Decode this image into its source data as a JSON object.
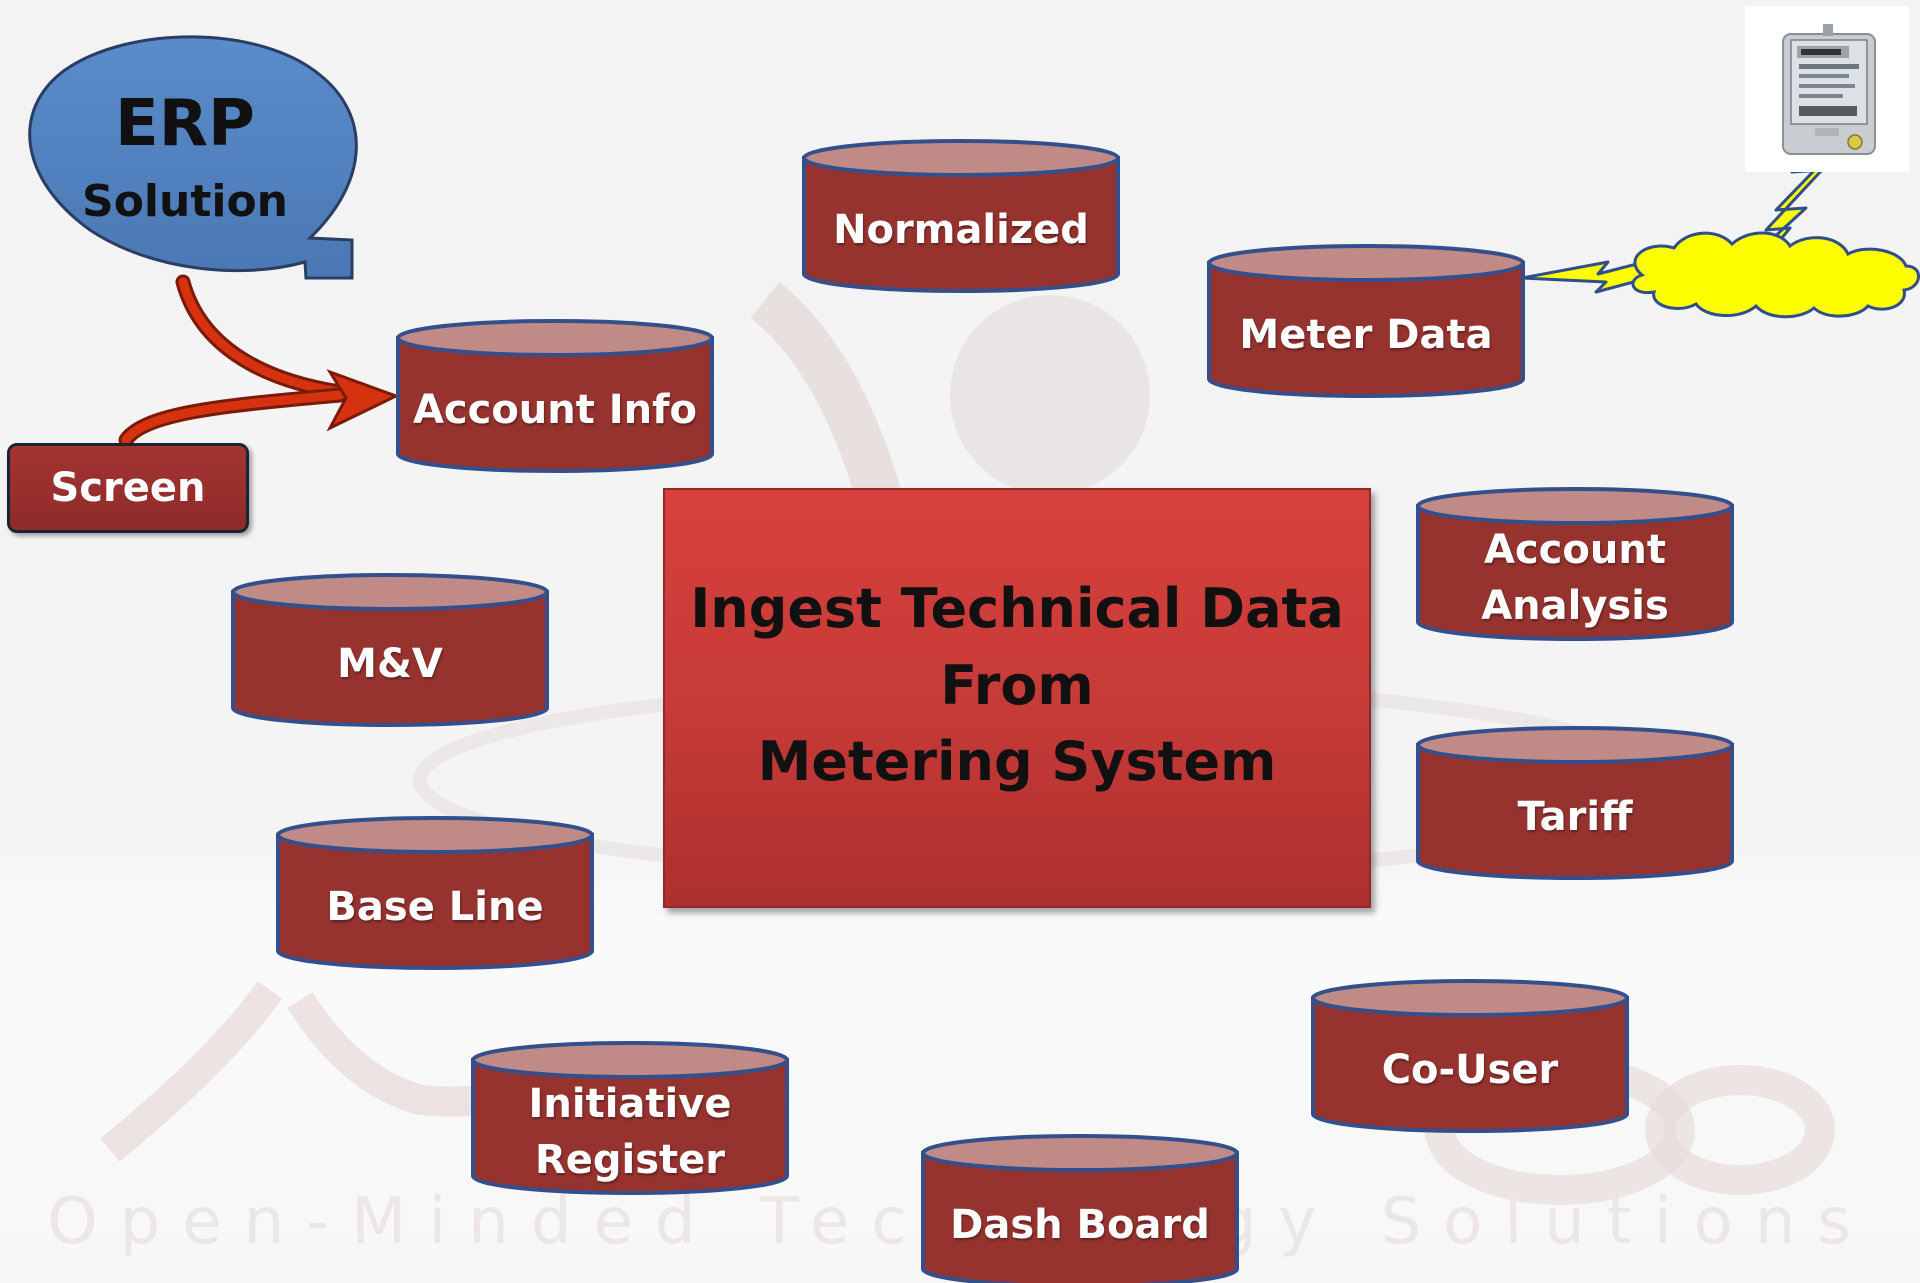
{
  "erp": {
    "title": "ERP",
    "subtitle": "Solution"
  },
  "screen_button": {
    "label": "Screen"
  },
  "center": {
    "text": "Ingest Technical Data\nFrom\nMetering System"
  },
  "databases": {
    "normalized": "Normalized",
    "meter_data": "Meter Data",
    "account_info": "Account Info",
    "account_analysis": "Account\nAnalysis",
    "m_and_v": "M&V",
    "tariff": "Tariff",
    "base_line": "Base Line",
    "co_user": "Co-User",
    "initiative_register": "Initiative\nRegister",
    "dash_board": "Dash Board"
  },
  "watermark": {
    "tagline": "Open-Minded Technology Solutions"
  },
  "colors": {
    "cylinder_body": "#96332f",
    "cylinder_top": "#c08a87",
    "cylinder_outline": "#34508c",
    "center_box": "#c83b38",
    "erp_bubble": "#4f81bd",
    "arrow": "#d2320f",
    "cloud": "#ffff00"
  }
}
